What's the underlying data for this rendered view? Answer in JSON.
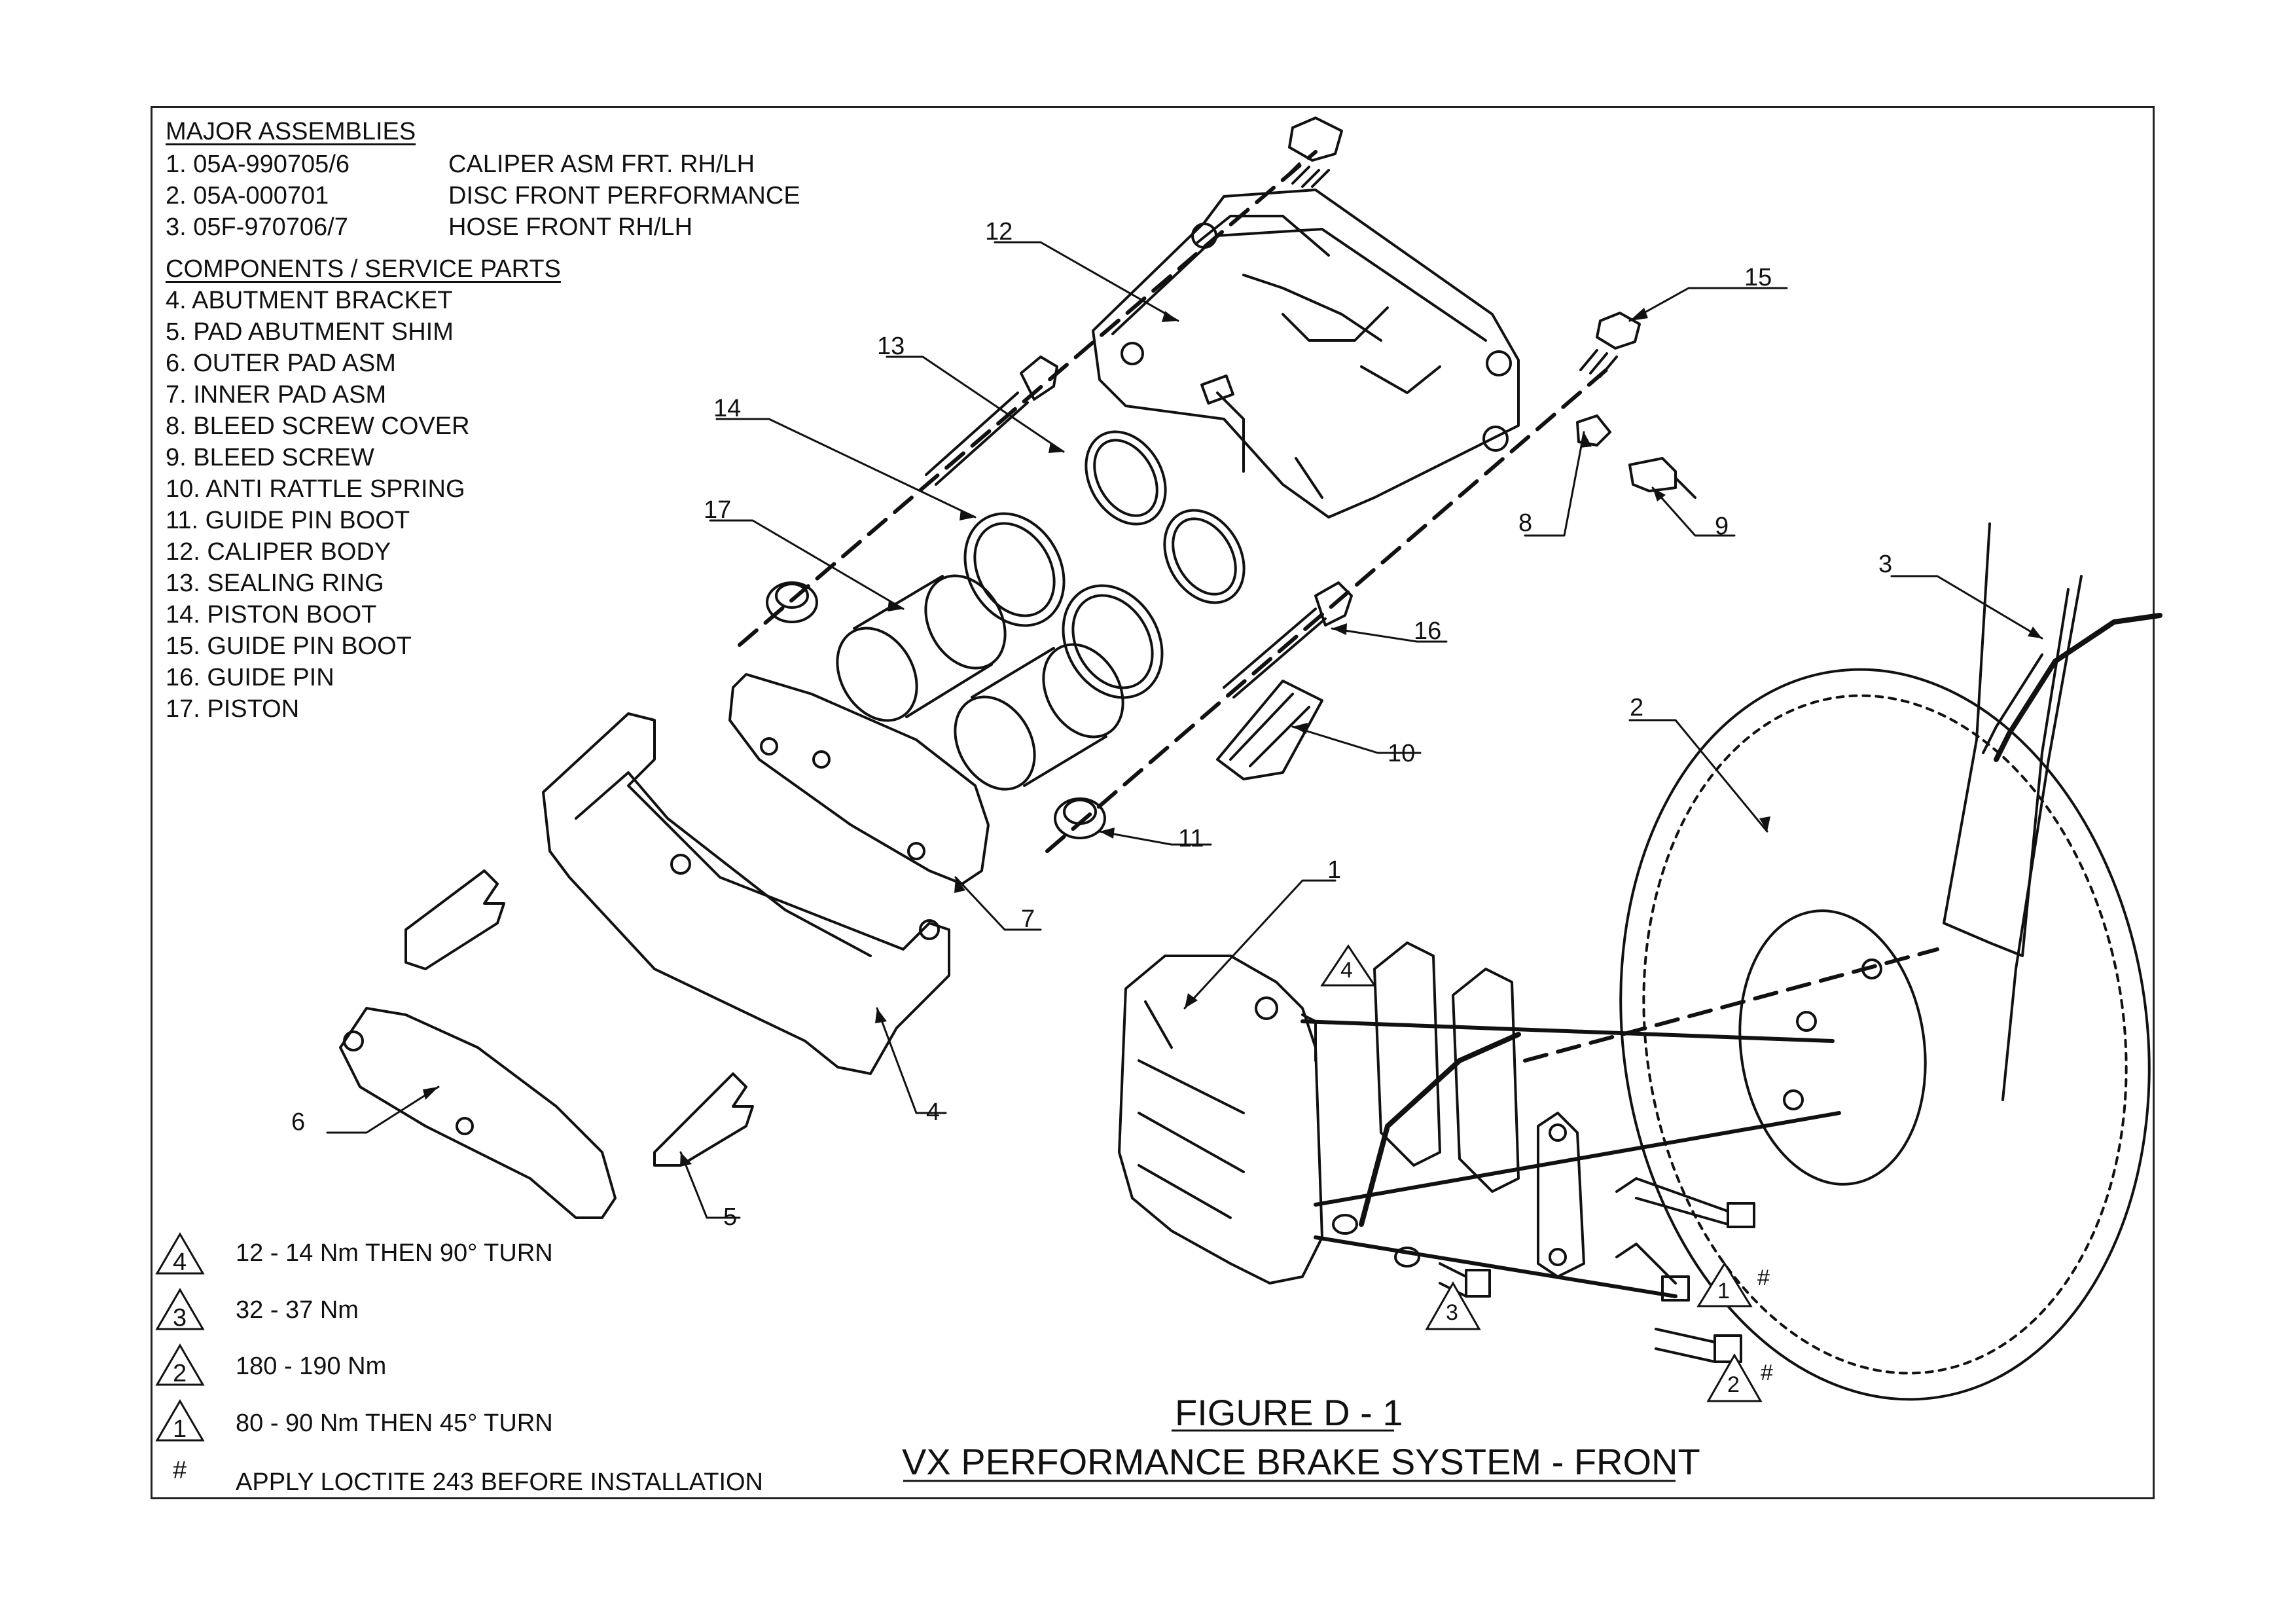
{
  "major_assemblies": {
    "heading": "MAJOR ASSEMBLIES",
    "items": [
      {
        "code": "1.  05A-990705/6",
        "desc": "CALIPER ASM FRT. RH/LH"
      },
      {
        "code": "2.  05A-000701",
        "desc": "DISC FRONT PERFORMANCE"
      },
      {
        "code": "3.  05F-970706/7",
        "desc": "HOSE FRONT RH/LH"
      }
    ]
  },
  "components": {
    "heading": "COMPONENTS / SERVICE PARTS",
    "items": [
      "4.  ABUTMENT BRACKET",
      "5.  PAD ABUTMENT SHIM",
      "6.  OUTER PAD ASM",
      "7.  INNER PAD ASM",
      "8.  BLEED SCREW COVER",
      "9.  BLEED SCREW",
      "10.  ANTI RATTLE SPRING",
      "11.  GUIDE PIN BOOT",
      "12.  CALIPER BODY",
      "13.  SEALING RING",
      "14.  PISTON BOOT",
      "15.  GUIDE PIN BOOT",
      "16.  GUIDE PIN",
      "17.  PISTON"
    ]
  },
  "torque_legend": [
    {
      "symbol": "4",
      "text": "12 - 14 Nm THEN 90° TURN"
    },
    {
      "symbol": "3",
      "text": "32 - 37 Nm"
    },
    {
      "symbol": "2",
      "text": "180 - 190 Nm"
    },
    {
      "symbol": "1",
      "text": "80 - 90 Nm THEN 45° TURN"
    },
    {
      "symbol": "#",
      "text": "APPLY LOCTITE 243 BEFORE INSTALLATION"
    }
  ],
  "callouts": {
    "c1": "1",
    "c2": "2",
    "c3": "3",
    "c4": "4",
    "c5": "5",
    "c6": "6",
    "c7": "7",
    "c8": "8",
    "c9": "9",
    "c10": "10",
    "c11": "11",
    "c12": "12",
    "c13": "13",
    "c14": "14",
    "c15": "15",
    "c16": "16",
    "c17": "17"
  },
  "torque_marks": {
    "t4": "4",
    "t3": "3",
    "t1": "1",
    "t2": "2",
    "hash": "#"
  },
  "figure": {
    "number": "FIGURE D - 1",
    "title": "VX  PERFORMANCE BRAKE SYSTEM - FRONT"
  }
}
